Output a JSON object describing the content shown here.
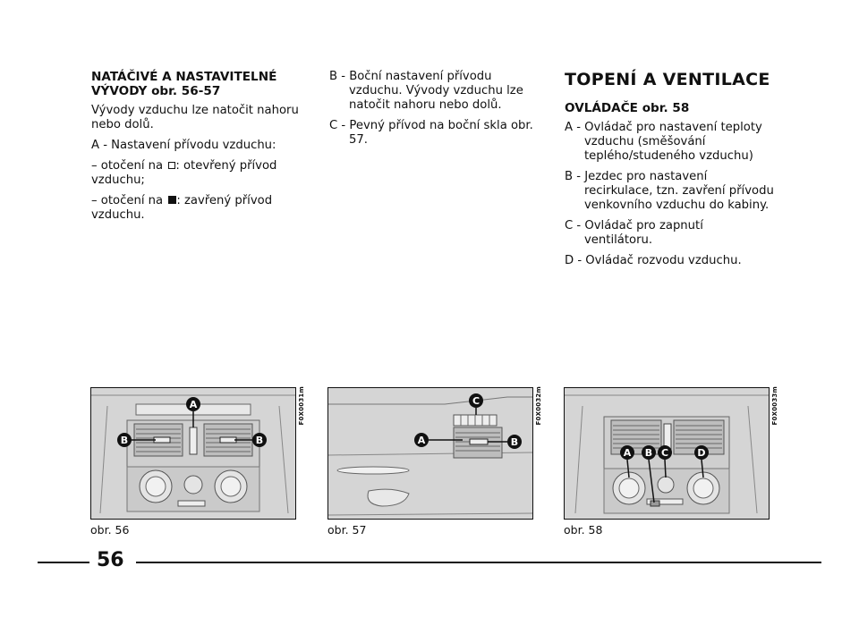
{
  "col1": {
    "heading": "NATÁČIVÉ A NASTAVITELNÉ VÝVODY",
    "heading_ref": "obr. 56-57",
    "p1": "Vývody vzduchu lze natočit nahoru nebo dolů.",
    "p2": "A - Nastavení přívodu vzduchu:",
    "p3_pre": "– otočení na",
    "p3_post": ": otevřený přívod vzduchu;",
    "p4_pre": "– otočení na",
    "p4_post": ": zavřený přívod vzduchu."
  },
  "col2": {
    "b": "B - Boční nastavení přívodu vzduchu. Vývody vzduchu lze natočit nahoru nebo dolů.",
    "c": "C - Pevný přívod na boční skla obr. 57."
  },
  "col3": {
    "title": "TOPENÍ A VENTILACE",
    "subheading": "OVLÁDAČE",
    "subheading_ref": "obr. 58",
    "a": "A - Ovládač pro nastavení teploty vzduchu (směšování teplého/studeného vzduchu)",
    "b": "B - Jezdec pro nastavení recirkulace, tzn. zavření přívodu venkovního vzduchu do kabiny.",
    "c": "C - Ovládač pro zapnutí ventilátoru.",
    "d": "D - Ovládač rozvodu vzduchu."
  },
  "figures": [
    {
      "caption": "obr. 56",
      "code": "F0X0031m",
      "labels": [
        "A",
        "B",
        "B"
      ]
    },
    {
      "caption": "obr. 57",
      "code": "F0X0032m",
      "labels": [
        "C",
        "A",
        "B"
      ]
    },
    {
      "caption": "obr. 58",
      "code": "F0X0033m",
      "labels": [
        "A",
        "B",
        "C",
        "D"
      ]
    }
  ],
  "page_number": "56"
}
